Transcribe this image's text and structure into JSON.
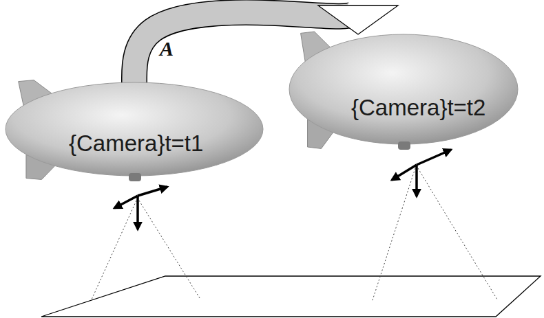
{
  "diagram": {
    "nodes": [
      {
        "text": [
          "{Camera}t=t1"
        ]
      },
      {
        "text": [
          "{Camera}t=t2"
        ]
      }
    ],
    "edges": [
      {
        "from": 0,
        "to": 1,
        "arrow": "to",
        "label": "A"
      }
    ]
  }
}
